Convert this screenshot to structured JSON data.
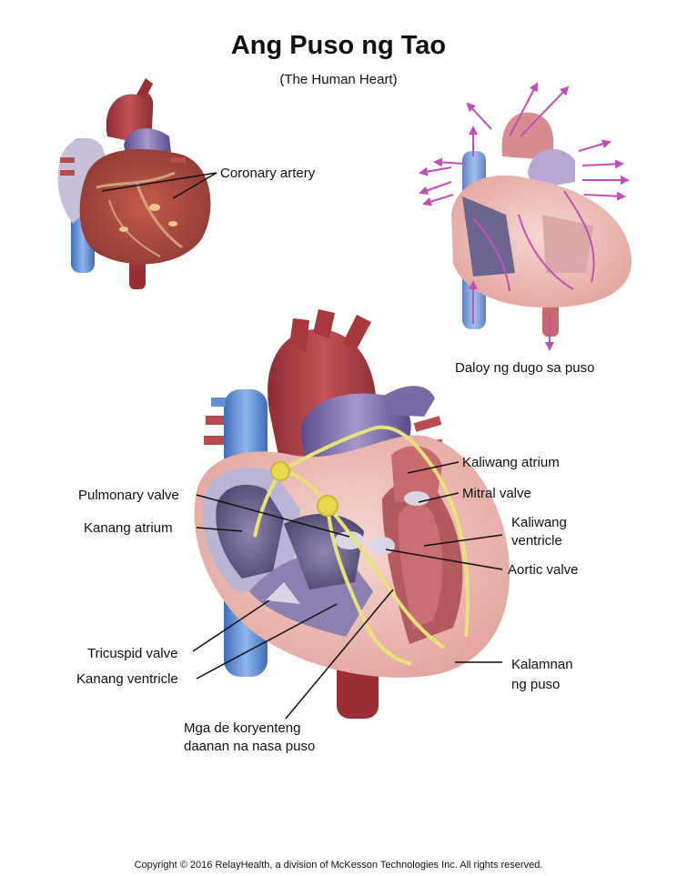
{
  "title": "Ang Puso ng Tao",
  "subtitle": "(The Human Heart)",
  "labels": {
    "coronary_artery": "Coronary artery",
    "blood_flow": "Daloy ng dugo sa puso",
    "kaliwang_atrium": "Kaliwang atrium",
    "mitral_valve": "Mitral valve",
    "kaliwang_ventricle_1": "Kaliwang",
    "kaliwang_ventricle_2": "ventricle",
    "aortic_valve": "Aortic valve",
    "pulmonary_valve": "Pulmonary valve",
    "kanang_atrium": "Kanang atrium",
    "tricuspid_valve": "Tricuspid valve",
    "kanang_ventricle": "Kanang ventricle",
    "kalamnan_1": "Kalamnan",
    "kalamnan_2": "ng puso",
    "electrical_1": "Mga de koryenteng",
    "electrical_2": "daanan na nasa puso"
  },
  "copyright": "Copyright © 2016 RelayHealth, a division of McKesson Technologies Inc. All rights reserved.",
  "colors": {
    "artery_red": "#a8383c",
    "vein_blue": "#5f8fd6",
    "pulmonary_purple": "#7a6aa6",
    "muscle_pink": "#e9b8b0",
    "nerve_yellow": "#e8e27a",
    "flow_arrow": "#c050b8"
  }
}
